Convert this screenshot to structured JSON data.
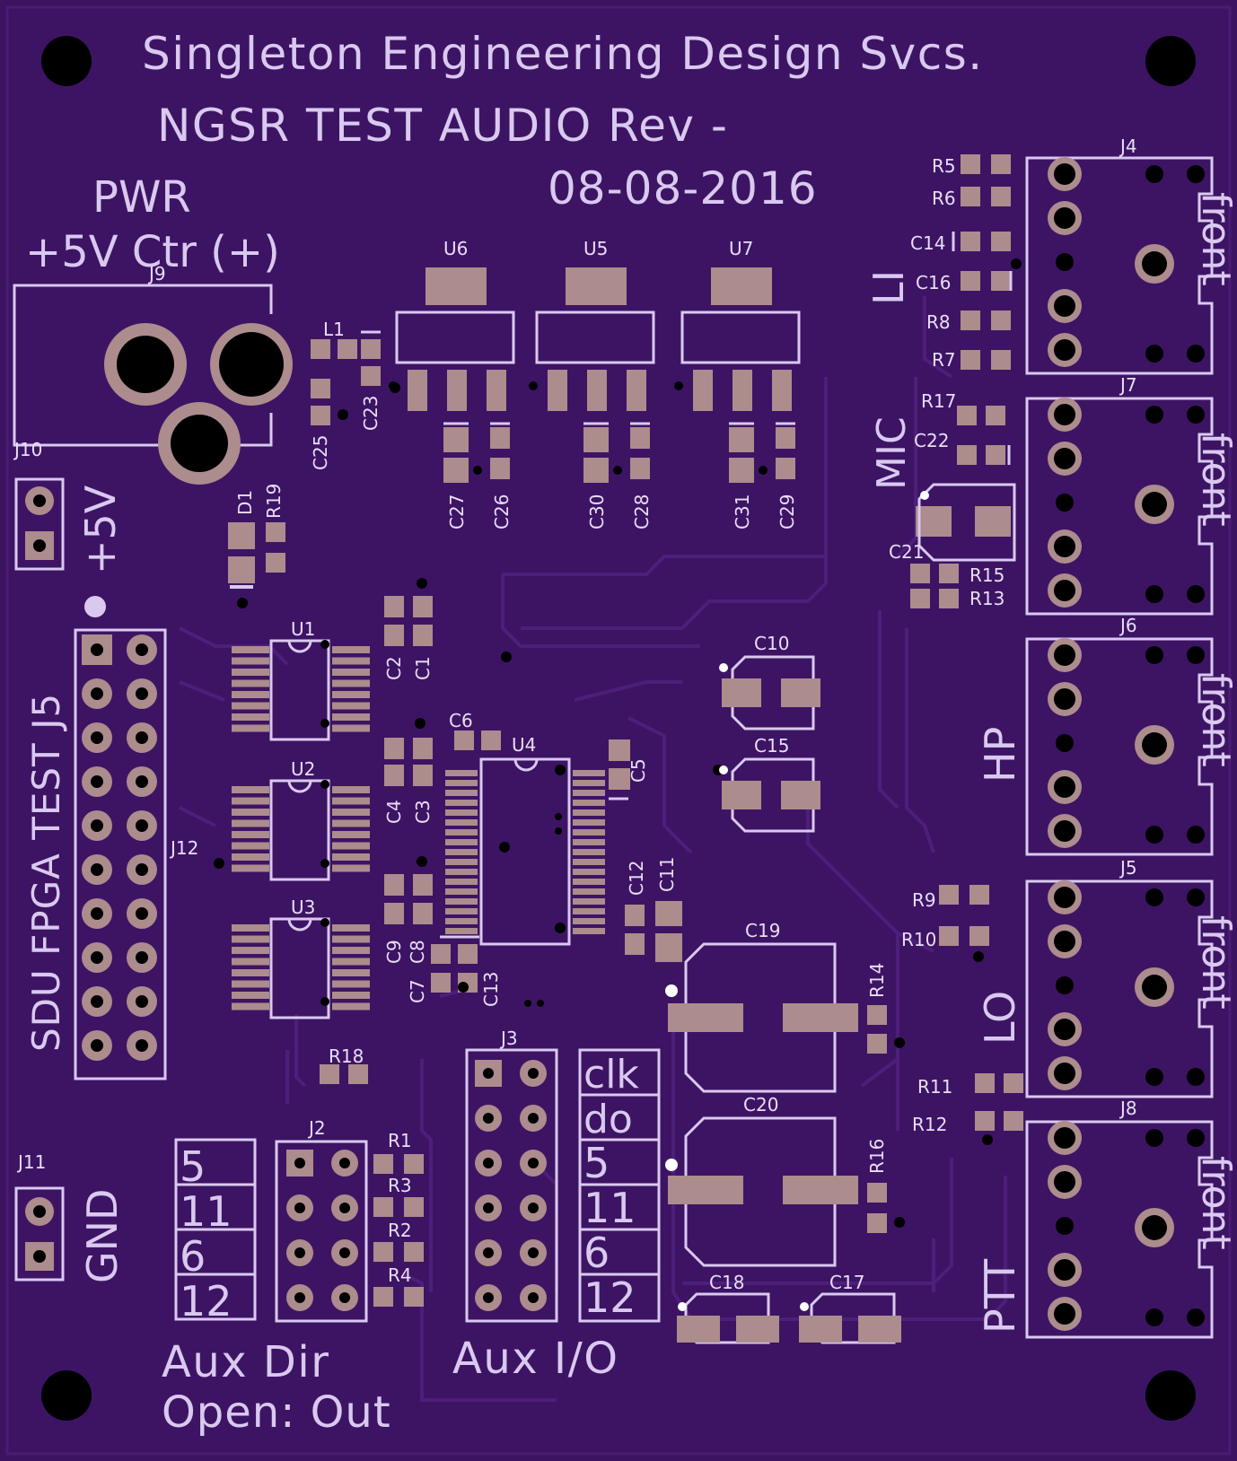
{
  "colors": {
    "board": "#3b1360",
    "trace": "#4c1d78",
    "copper": "#ac8c8c",
    "silk": "#d9c9ef",
    "drill": "#000000"
  },
  "header": {
    "line1": "Singleton Engineering Design Svcs.",
    "line2": "NGSR TEST AUDIO Rev -",
    "line3": "08-08-2016"
  },
  "power": {
    "title": "PWR",
    "spec": "+5V Ctr (+)",
    "jack_ref": "J9",
    "plus5_label": "+5V",
    "j10_ref": "J10",
    "gnd_label": "GND",
    "j11_ref": "J11"
  },
  "left_header": {
    "vertical_label": "SDU FPGA TEST J5",
    "ref": "J12"
  },
  "regulators": [
    "U6",
    "U5",
    "U7"
  ],
  "ics": [
    "U1",
    "U2",
    "U3",
    "U4"
  ],
  "components": {
    "L1": "L1",
    "C23": "C23",
    "C25": "C25",
    "D1": "D1",
    "R19": "R19",
    "C27": "C27",
    "C26": "C26",
    "C30": "C30",
    "C28": "C28",
    "C31": "C31",
    "C29": "C29",
    "C2": "C2",
    "C1": "C1",
    "C6": "C6",
    "C5": "C5",
    "C4": "C4",
    "C3": "C3",
    "C9": "C9",
    "C8": "C8",
    "C7": "C7",
    "C13": "C13",
    "C12": "C12",
    "C11": "C11",
    "C10": "C10",
    "C15": "C15",
    "C19": "C19",
    "C20": "C20",
    "C18": "C18",
    "C17": "C17",
    "R14": "R14",
    "R16": "R16",
    "R18": "R18",
    "R1": "R1",
    "R3": "R3",
    "R2": "R2",
    "R4": "R4",
    "R5": "R5",
    "R6": "R6",
    "C14": "C14",
    "C16": "C16",
    "R8": "R8",
    "R7": "R7",
    "R17": "R17",
    "C22": "C22",
    "C21": "C21",
    "R15": "R15",
    "R13": "R13",
    "R9": "R9",
    "R10": "R10",
    "R11": "R11",
    "R12": "R12"
  },
  "jacks": [
    {
      "ref": "J4",
      "label": "LI",
      "front": "front"
    },
    {
      "ref": "J7",
      "label": "MIC",
      "front": "front"
    },
    {
      "ref": "J6",
      "label": "HP",
      "front": "front"
    },
    {
      "ref": "J5",
      "label": "LO",
      "front": "front"
    },
    {
      "ref": "J8",
      "label": "PTT",
      "front": "front"
    }
  ],
  "aux_dir": {
    "ref": "J2",
    "pins": [
      "5",
      "11",
      "6",
      "12"
    ],
    "caption1": "Aux Dir",
    "caption2": "Open: Out"
  },
  "aux_io": {
    "ref": "J3",
    "pins": [
      "clk",
      "do",
      "5",
      "11",
      "6",
      "12"
    ],
    "caption": "Aux I/O"
  }
}
